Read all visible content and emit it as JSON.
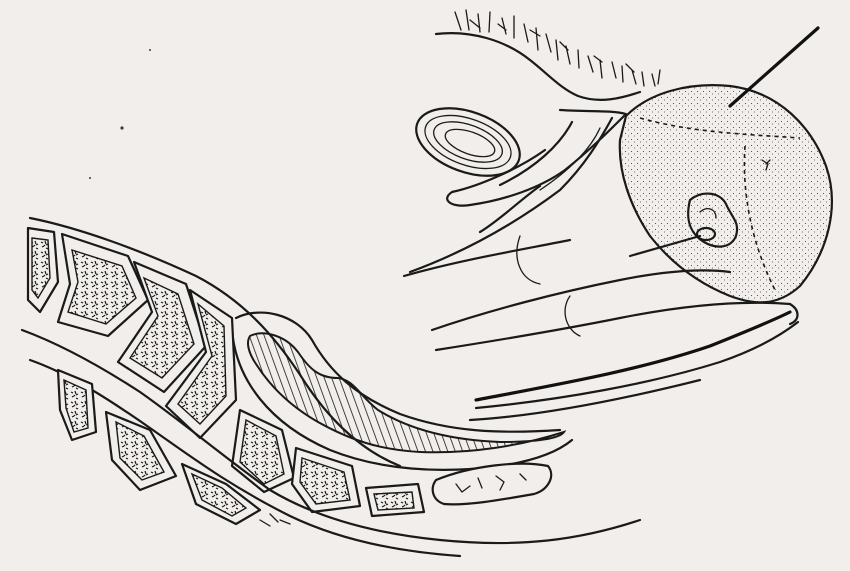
{
  "figure": {
    "description_text": "",
    "colors": {
      "paper": "#f1eeeb",
      "ink": "#1a1a1a"
    },
    "parts": [
      "pubic-hair",
      "symphysis-pubis",
      "uterus",
      "cervix-os",
      "bladder",
      "vagina",
      "rectum",
      "sacrum-vertebrae",
      "coccyx",
      "instrument-pointer"
    ]
  }
}
